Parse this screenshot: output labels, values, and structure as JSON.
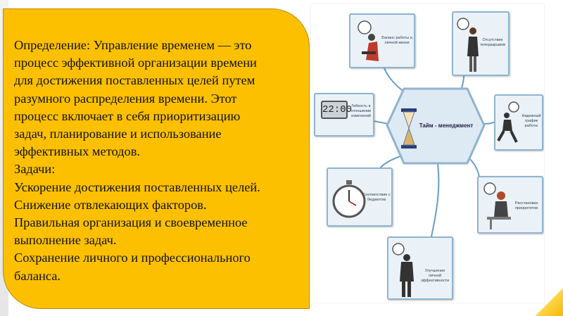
{
  "text_panel": {
    "lines": [
      "Определение: Управление временем — это",
      "процесс эффективной организации времени",
      "для достижения поставленных целей путем",
      "разумного распределения времени. Этот",
      "процесс включает в себя приоритизацию",
      "задач, планирование и использование",
      "эффективных методов.",
      "Задачи:",
      "Ускорение достижения поставленных целей.",
      "Снижение отвлекающих факторов.",
      "Правильная организация и своевременное",
      "выполнение задач.",
      "Сохранение личного и профессионального",
      "баланса."
    ]
  },
  "diagram": {
    "center_title": "Тайм - менеджмент",
    "digital_clock": "22:00",
    "cards": [
      {
        "label": "Баланс работы и личной жизни"
      },
      {
        "label": "Отсутствие телеразрывов"
      },
      {
        "label": "Гибкость в отношении изменений"
      },
      {
        "label": "Надежный график работы"
      },
      {
        "label": "Соответствие с бюджетом"
      },
      {
        "label": "Расстановка приоритетов"
      },
      {
        "label": "Улучшение личной эффективности"
      }
    ]
  },
  "colors": {
    "panel": "#fcc000",
    "card_bg": "#eaf2f8",
    "card_border": "#8fb3cf",
    "hex_fill": "#dde9f3"
  }
}
